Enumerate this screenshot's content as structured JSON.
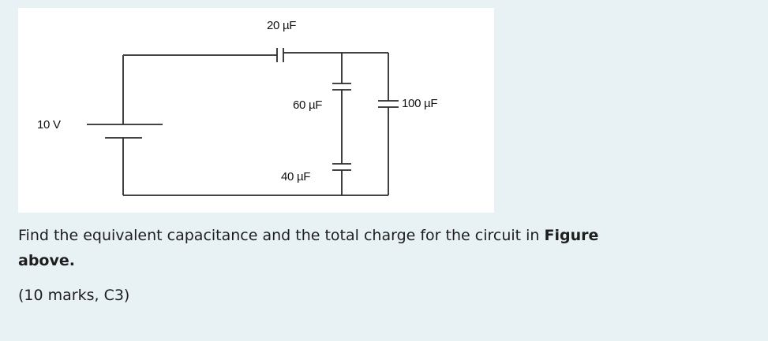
{
  "figure": {
    "labels": {
      "c20": "20 µF",
      "c60": "60 µF",
      "c100": "100 µF",
      "c40": "40 µF",
      "source": "10 V"
    }
  },
  "question": {
    "text": "Find the equivalent capacitance and the total charge for the circuit in ",
    "bold_word": "Figure",
    "line2_bold": "above.",
    "marks": "(10 marks, C3)"
  }
}
